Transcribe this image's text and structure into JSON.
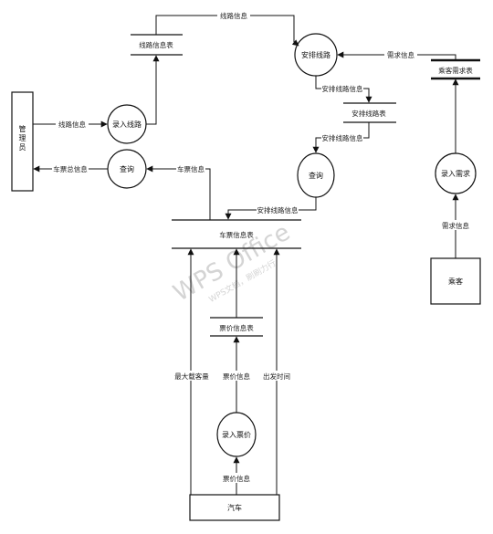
{
  "diagram": {
    "entities": {
      "admin": "管\n理\n员",
      "passenger": "乘客",
      "bus": "汽车"
    },
    "processes": {
      "enter_route": "录入线路",
      "query": "查询",
      "arrange_route": "安排线路",
      "query2": "查询",
      "enter_demand": "录入需求",
      "enter_price": "录入票价"
    },
    "stores": {
      "route_info_table": "线路信息表",
      "arranged_route_table": "安排线路表",
      "passenger_demand_table": "乘客需求表",
      "ticket_info_table": "车票信息表",
      "price_info_table": "票价信息表"
    },
    "flows": {
      "route_info_top": "线路信息",
      "route_info_admin": "线路信息",
      "ticket_total_info": "车票总信息",
      "ticket_info": "车票信息",
      "demand_info_top": "需求信息",
      "arranged_route_info_1": "安排线路信息",
      "arranged_route_info_2": "安排线路信息",
      "arranged_route_info_3": "安排线路信息",
      "demand_info_bottom": "需求信息",
      "max_capacity": "最大载客量",
      "price_info_up": "票价信息",
      "departure_time": "出发时间",
      "price_info_bottom": "票价信息"
    },
    "watermark": {
      "main": "WPS Office",
      "sub": "WPS文档，刷刷力行"
    }
  }
}
